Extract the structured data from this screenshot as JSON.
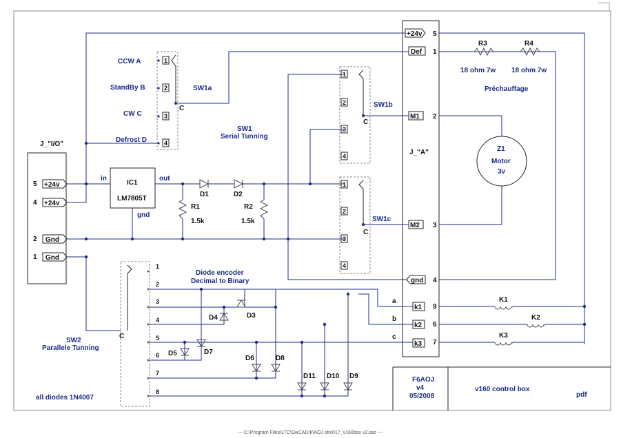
{
  "colors": {
    "wire": "#1c2b8a",
    "component": "#444444",
    "frame": "#222222",
    "label": "#1c2b8a"
  },
  "labels": {
    "ccw": "CCW A",
    "standby": "StandBy B",
    "cw": "CW C",
    "defrost": "Defrost D",
    "sw1a": "SW1a",
    "sw1b": "SW1b",
    "sw1c": "SW1c",
    "sw1_title": "SW1",
    "sw1_sub": "Serial Tunning",
    "jio": "J_\"I/O\"",
    "ja": "J_\"A\"",
    "in": "in",
    "out": "out",
    "ic_name": "IC1",
    "ic_part": "LM7805T",
    "gnd": "gnd",
    "d1": "D1",
    "d2": "D2",
    "r1": "R1",
    "r1v": "1.5k",
    "r2": "R2",
    "r2v": "1.5k",
    "r3": "R3",
    "r4": "R4",
    "r3v": "18 ohm 7w",
    "r4v": "18 ohm 7w",
    "preheat": "Préchauffage",
    "z1": "Z1",
    "motor": "Motor",
    "motor_v": "3v",
    "k1": "K1",
    "k2": "K2",
    "k3": "K3",
    "sw2": "SW2",
    "sw2_sub": "Parallele Tunning",
    "enc1": "Diode encoder",
    "enc2": "Decimal to Binary",
    "d3": "D3",
    "d4": "D4",
    "d5": "D5",
    "d6": "D6",
    "d7": "D7",
    "d8": "D8",
    "d9": "D9",
    "d10": "D10",
    "d11": "D11",
    "a": "a",
    "b": "b",
    "c": "c",
    "all_diodes": "all diodes 1N4007",
    "author": "F6AOJ",
    "version": "v4",
    "date": "05/2008",
    "title_block": "v160 control box",
    "pdf": "pdf",
    "c_sw1a": "C",
    "c_sw1b": "C",
    "c_sw1c": "C",
    "c_sw2": "C",
    "footer": "--- C:\\Program Files\\LTC\\SwCADIII\\AOJ stn\\017_v160box v2.asc ---"
  },
  "jio_pins": [
    {
      "num": "5",
      "label": "+24v"
    },
    {
      "num": "4",
      "label": "+24v"
    },
    {
      "num": "2",
      "label": "Gnd"
    },
    {
      "num": "1",
      "label": "Gnd"
    }
  ],
  "ja_pins": [
    {
      "label": "+24v",
      "num": "5"
    },
    {
      "label": "Def",
      "num": "1"
    },
    {
      "label": "M1",
      "num": "2"
    },
    {
      "label": "M2",
      "num": "3"
    },
    {
      "label": "gnd",
      "num": "4"
    },
    {
      "label": "k1",
      "num": "9"
    },
    {
      "label": "k2",
      "num": "6"
    },
    {
      "label": "k3",
      "num": "7"
    }
  ],
  "sw1a_pins": [
    "1",
    "2",
    "3",
    "4"
  ],
  "sw1b_pins": [
    "1",
    "2",
    "3",
    "4"
  ],
  "sw1c_pins": [
    "1",
    "2",
    "3",
    "4"
  ],
  "sw2_pins": [
    "1",
    "2",
    "3",
    "4",
    "5",
    "6",
    "7",
    "8"
  ]
}
